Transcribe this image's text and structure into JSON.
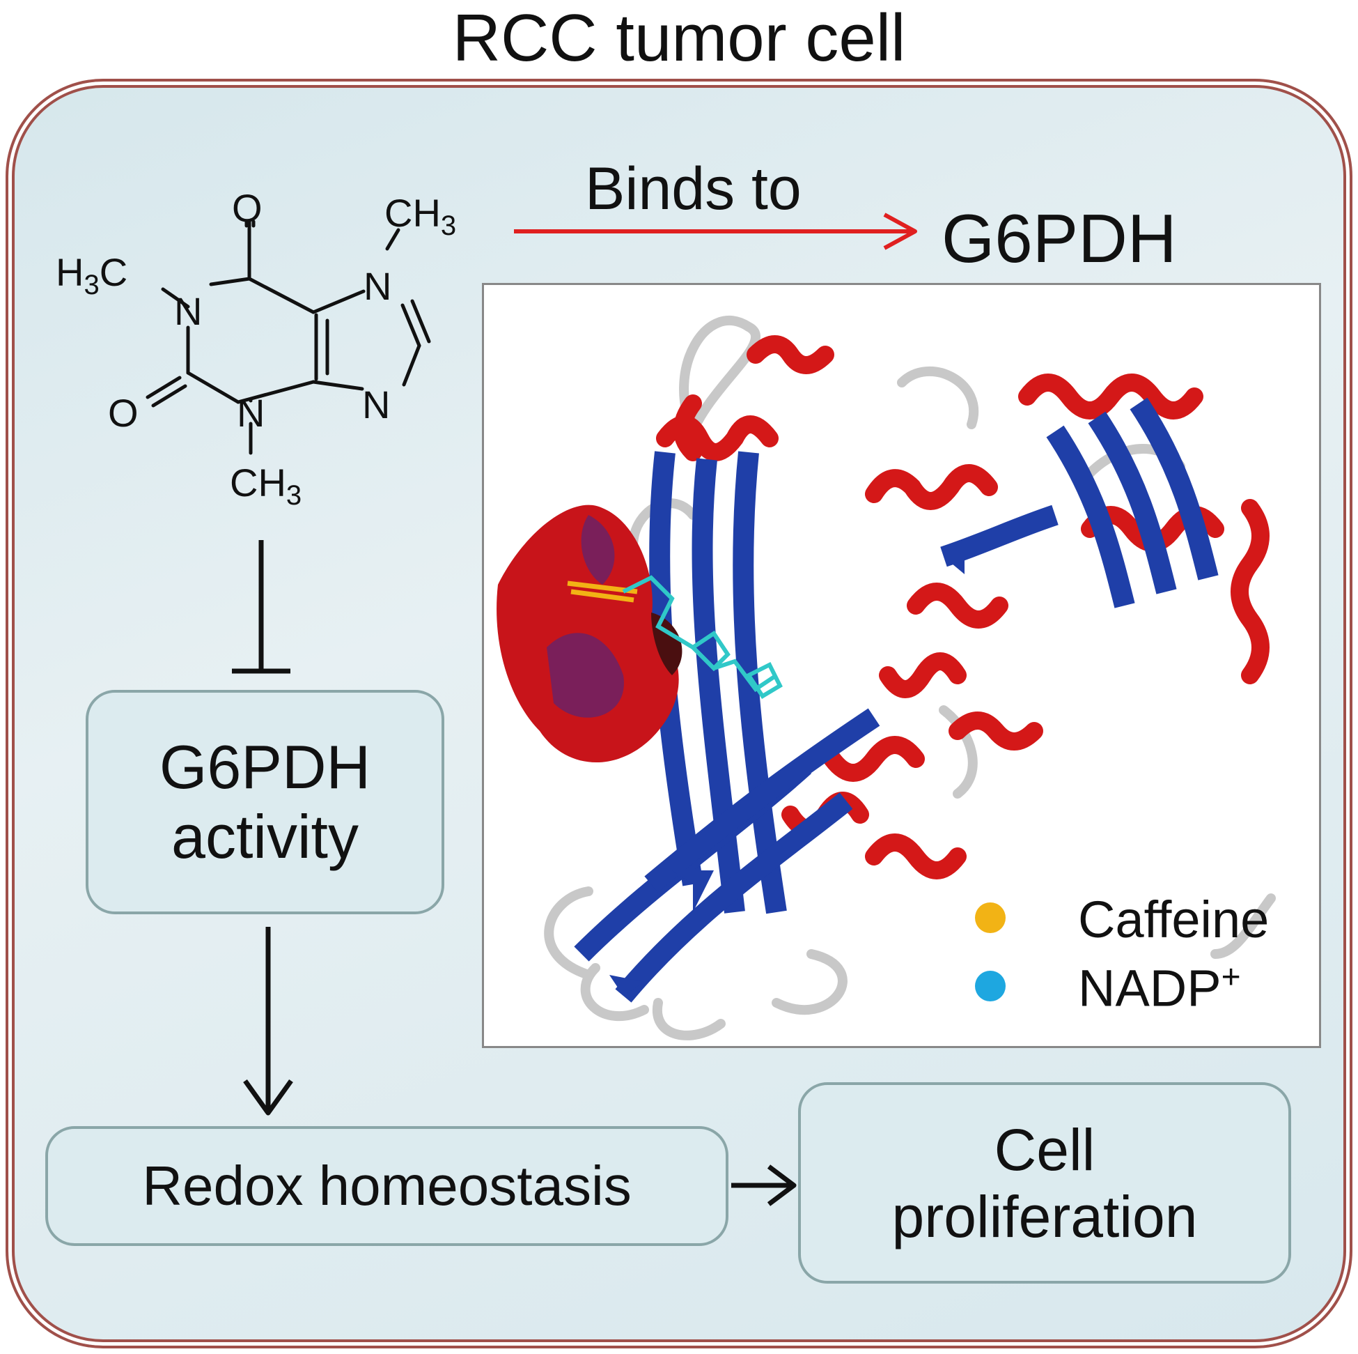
{
  "title": "RCC tumor cell",
  "molecule": {
    "atoms": {
      "o_top": "O",
      "o_left": "O",
      "n1": "N",
      "n3": "N",
      "n7": "N",
      "n9": "N",
      "ch3_n1": "H",
      "ch3_n1_sub": "3",
      "ch3_n1_c": "C",
      "ch3_n7": "CH",
      "ch3_n7_sub": "3",
      "ch3_n3": "CH",
      "ch3_n3_sub": "3"
    }
  },
  "binds_label": "Binds to",
  "target_label": "G6PDH",
  "boxes": {
    "activity_line1": "G6PDH",
    "activity_line2": "activity",
    "redox": "Redox homeostasis",
    "prolif_line1": "Cell",
    "prolif_line2": "proliferation"
  },
  "legend": [
    {
      "label": "Caffeine",
      "color": "#f2b315"
    },
    {
      "label": "NADP",
      "sup": "+",
      "color": "#1ea7e0"
    }
  ],
  "colors": {
    "cell_border": "#a0504a",
    "arrow_red": "#e02020",
    "helix_red": "#d41818",
    "strand_blue": "#1f3fa8",
    "loop_gray": "#c8c8c8",
    "ligand_cyan": "#30c8c8",
    "surface_purple": "#7a1f5a"
  },
  "icons": [
    "inhibition-bar-icon",
    "arrow-down-icon",
    "arrow-right-icon",
    "red-arrow-icon"
  ]
}
